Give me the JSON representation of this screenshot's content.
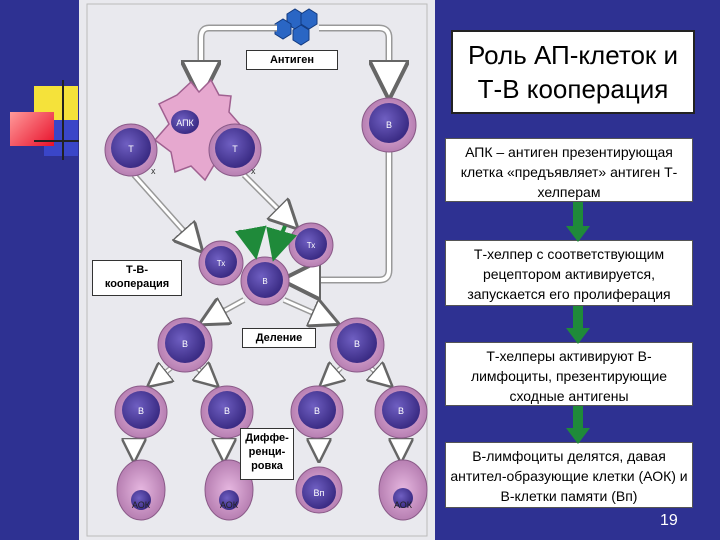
{
  "title": "Роль АП-клеток и Т-В кооперация",
  "steps": [
    "АПК – антиген презентирующая клетка «предъявляет» антиген Т-хелперам",
    "Т-хелпер с соответствующим рецептором активируется, запускается его пролиферация",
    "Т-хелперы активируют В-лимфоциты, презентирующие сходные антигены",
    "В-лимфоциты делятся, давая антител-образующие клетки (АОК) и В-клетки памяти (Вп)"
  ],
  "page_number": "19",
  "diagram": {
    "labels": {
      "antigen": "Антиген",
      "tb_coop_1": "Т-В-",
      "tb_coop_2": "кооперация",
      "division": "Деление",
      "diff_1": "Диффе-",
      "diff_2": "ренци-",
      "diff_3": "ровка"
    },
    "cells": {
      "apc": "АПК",
      "t": "Т",
      "b": "В",
      "th": "Тх",
      "aok": "АОК",
      "bm": "Вп",
      "x": "x"
    }
  },
  "colors": {
    "background": "#2e3192",
    "arrow_green": "#1f8a3a",
    "cell_fill": "#d9a6d4",
    "nucleus": "#4a3a9a"
  }
}
